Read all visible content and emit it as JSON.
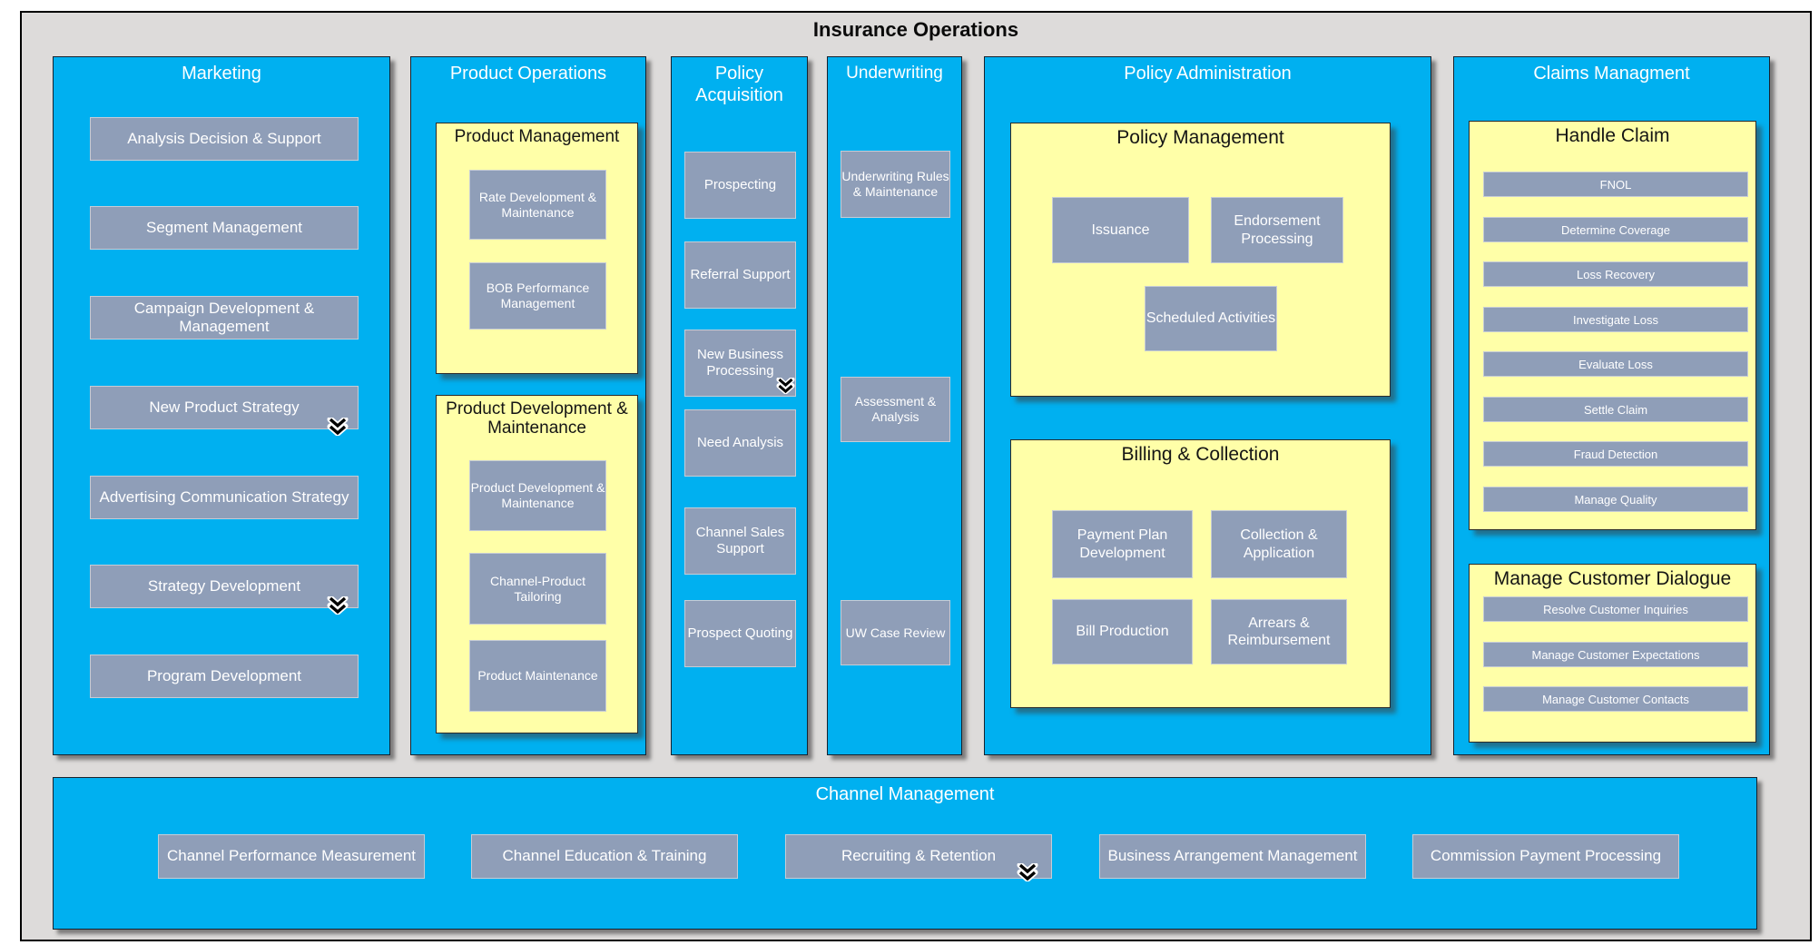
{
  "frame": {
    "title": "Insurance Operations"
  },
  "colors": {
    "column_blue": "#00B0F0",
    "group_yellow": "#FFFFA8",
    "box_gray": "#8F9EB8",
    "frame_background": "#DDDBDA",
    "chevron": "#000000"
  },
  "icons": {
    "expand": "chevron-double-down"
  },
  "marketing": {
    "title": "Marketing",
    "items": [
      {
        "label": "Analysis Decision & Support",
        "chevron": false
      },
      {
        "label": "Segment Management",
        "chevron": false
      },
      {
        "label": "Campaign Development & Management",
        "chevron": false
      },
      {
        "label": "New Product Strategy",
        "chevron": true
      },
      {
        "label": "Advertising Communication Strategy",
        "chevron": false
      },
      {
        "label": "Strategy Development",
        "chevron": true
      },
      {
        "label": "Program Development",
        "chevron": false
      }
    ]
  },
  "product_operations": {
    "title": "Product Operations",
    "groups": [
      {
        "title": "Product Management",
        "items": [
          "Rate Development & Maintenance",
          "BOB Performance Management"
        ]
      },
      {
        "title": "Product Development & Maintenance",
        "items": [
          "Product Development & Maintenance",
          "Channel-Product Tailoring",
          "Product Maintenance"
        ]
      }
    ]
  },
  "policy_acquisition": {
    "title": "Policy Acquisition",
    "items": [
      {
        "label": "Prospecting",
        "chevron": false
      },
      {
        "label": "Referral Support",
        "chevron": false
      },
      {
        "label": "New Business Processing",
        "chevron": true
      },
      {
        "label": "Need Analysis",
        "chevron": false
      },
      {
        "label": "Channel Sales Support",
        "chevron": false
      },
      {
        "label": "Prospect Quoting",
        "chevron": false
      }
    ]
  },
  "underwriting": {
    "title": "Underwriting",
    "items": [
      {
        "label": "Underwriting Rules & Maintenance",
        "chevron": false
      },
      {
        "label": "Assessment & Analysis",
        "chevron": false
      },
      {
        "label": "UW Case Review",
        "chevron": false
      }
    ]
  },
  "policy_administration": {
    "title": "Policy Administration",
    "groups": [
      {
        "title": "Policy Management",
        "items": [
          "Issuance",
          "Endorsement Processing",
          "Scheduled Activities"
        ]
      },
      {
        "title": "Billing & Collection",
        "items": [
          "Payment Plan Development",
          "Collection & Application",
          "Bill Production",
          "Arrears & Reimbursement"
        ]
      }
    ]
  },
  "claims_management": {
    "title": "Claims Managment",
    "groups": [
      {
        "title": "Handle Claim",
        "items": [
          "FNOL",
          "Determine Coverage",
          "Loss Recovery",
          "Investigate Loss",
          "Evaluate Loss",
          "Settle Claim",
          "Fraud Detection",
          "Manage Quality"
        ]
      },
      {
        "title": "Manage Customer Dialogue",
        "items": [
          "Resolve Customer Inquiries",
          "Manage Customer Expectations",
          "Manage Customer Contacts"
        ]
      }
    ]
  },
  "channel_management": {
    "title": "Channel Management",
    "items": [
      {
        "label": "Channel Performance Measurement",
        "chevron": false
      },
      {
        "label": "Channel Education & Training",
        "chevron": false
      },
      {
        "label": "Recruiting & Retention",
        "chevron": true
      },
      {
        "label": "Business Arrangement Management",
        "chevron": false
      },
      {
        "label": "Commission Payment Processing",
        "chevron": false
      }
    ]
  }
}
